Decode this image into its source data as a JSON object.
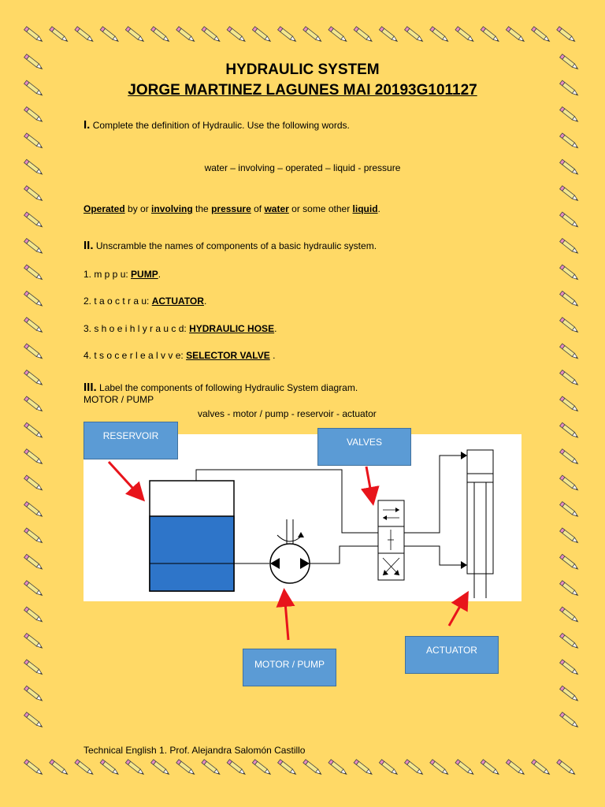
{
  "title": "HYDRAULIC SYSTEM",
  "author": "JORGE MARTINEZ LAGUNES MAI 20193G101127",
  "section1": {
    "number": "I.",
    "instruction": "Complete the definition of Hydraulic.  Use the following words.",
    "word_bank": "water – involving – operated – liquid - pressure",
    "sentence": [
      {
        "text": "Operated",
        "answer": true
      },
      {
        "text": " by or ",
        "answer": false
      },
      {
        "text": "involving",
        "answer": true
      },
      {
        "text": " the ",
        "answer": false
      },
      {
        "text": "pressure",
        "answer": true
      },
      {
        "text": " of ",
        "answer": false
      },
      {
        "text": "water",
        "answer": true
      },
      {
        "text": " or some other ",
        "answer": false
      },
      {
        "text": "liquid",
        "answer": true
      },
      {
        "text": ".",
        "answer": false
      }
    ]
  },
  "section2": {
    "number": "II.",
    "instruction": "Unscramble the names of components of a basic hydraulic system.",
    "items": [
      {
        "prefix": "1. m p p u: ",
        "answer": "PUMP",
        "suffix": "."
      },
      {
        "prefix": "2.  t a o c t r a u: ",
        "answer": "ACTUATOR",
        "suffix": "."
      },
      {
        "prefix": "3.  s h o e   i h l y r a u c d:  ",
        "answer": "HYDRAULIC HOSE",
        "suffix": "."
      },
      {
        "prefix": "4.  t s o c e r l e   a l v v e: ",
        "answer": "SELECTOR VALVE",
        "suffix": " ."
      }
    ]
  },
  "section3": {
    "number": "III.",
    "instruction": "Label the components of following Hydraulic System diagram.",
    "extra_line": "MOTOR / PUMP",
    "word_bank": "valves  -  motor / pump  -  reservoir  -  actuator"
  },
  "labels": {
    "reservoir": "RESERVOIR",
    "valves": "VALVES",
    "motor_pump": "MOTOR / PUMP",
    "actuator": "ACTUATOR"
  },
  "footer": "Technical English 1. Prof. Alejandra Salomón Castillo",
  "colors": {
    "background": "#FFD966",
    "label_box": "#5B9BD5",
    "reservoir_fluid": "#2E75C9",
    "arrow": "#E8141B"
  },
  "icons": {
    "border_decoration": "pencil-icon",
    "motor_symbol": "hydraulic-motor-icon",
    "valve_symbol": "directional-valve-icon",
    "cylinder_symbol": "hydraulic-cylinder-icon"
  }
}
